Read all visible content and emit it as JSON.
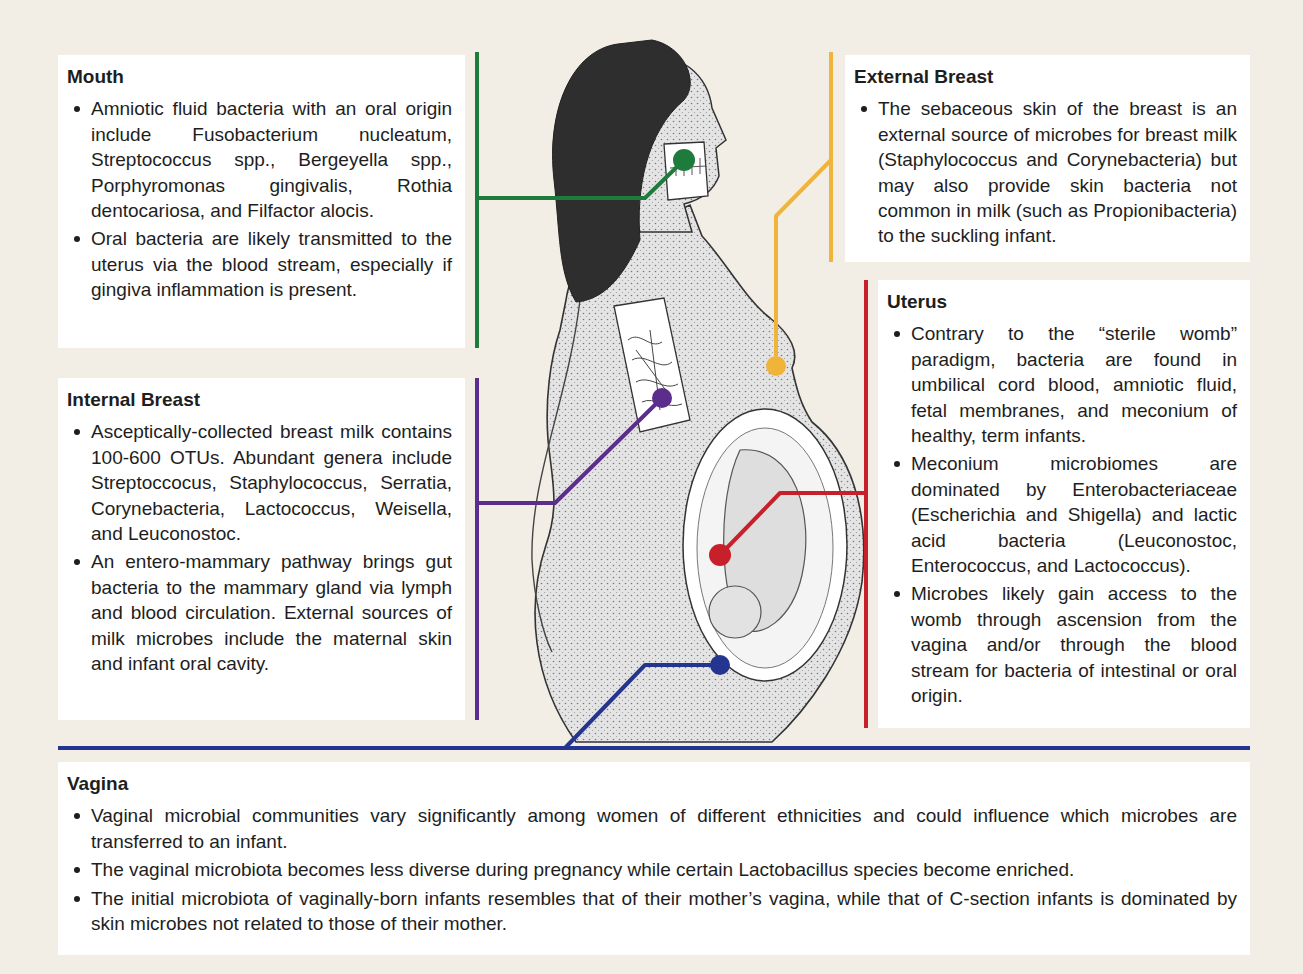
{
  "diagram": {
    "nodes": [
      {
        "text": [
          "Mouth",
          "Amniotic fluid bacteria with an oral origin include Fusobacterium nucleatum, Streptococcus spp., Bergeyella spp., Porphyromonas gingivalis, Rothia dentocariosa, and Filfactor alocis.",
          "Oral bacteria are likely transmitted to the uterus via the blood stream, especially if gingiva inflammation is present."
        ]
      },
      {
        "text": [
          "External Breast",
          "The sebaceous skin of the breast is an external source of microbes for breast milk (Staphylococcus and Corynebacteria) but may also provide skin bacteria not common in milk (such as Propionibacteria) to the suckling infant."
        ]
      },
      {
        "text": [
          "Internal Breast",
          "Asceptically-collected breast milk contains 100-600 OTUs. Abundant genera include Streptoccocus, Staphylococcus, Serratia, Corynebacteria, Lactococcus, Weisella, and Leuconostoc.",
          "An entero-mammary pathway brings gut bacteria to the mammary gland via lymph and blood circulation. External sources of milk microbes include the maternal skin and infant oral cavity."
        ]
      },
      {
        "text": [
          "Uterus",
          "Contrary to the “sterile womb” paradigm, bacteria are found in umbilical cord blood, amniotic fluid, fetal membranes, and meconium of healthy, term infants.",
          "Meconium microbiomes are dominated by Enterobacteriaceae (Escherichia and Shigella) and lactic acid bacteria (Leuconostoc, Enterococcus, and Lactococcus).",
          "Microbes likely gain access to the womb through ascension from the vagina and/or through the blood stream for bacteria of intestinal or oral origin."
        ]
      },
      {
        "text": [
          "Vagina",
          "Vaginal microbial communities vary significantly among women of different ethnicities and could influence which microbes are transferred to an infant.",
          "The vaginal microbiota becomes less diverse during pregnancy while certain Lactobacillus species become enriched.",
          "The initial microbiota of vaginally-born infants resembles that of their mother’s vagina, while that of C-section infants is dominated by skin microbes not related to those of their mother."
        ]
      }
    ]
  }
}
